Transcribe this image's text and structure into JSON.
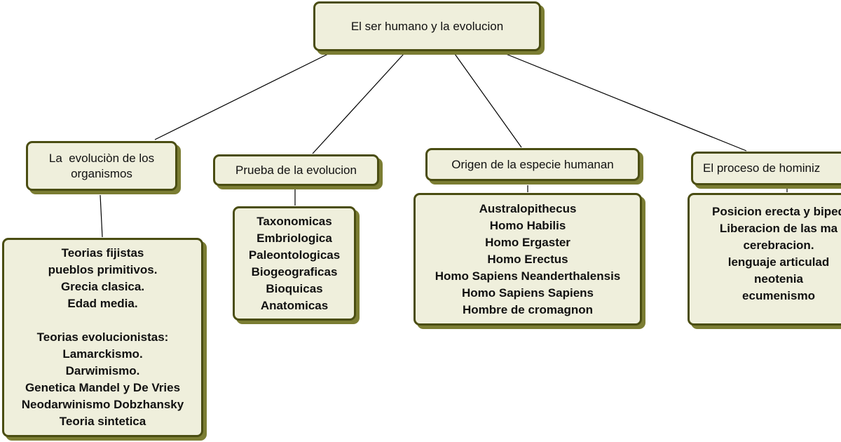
{
  "diagram": {
    "root": {
      "label": "El ser humano y la evolucion"
    },
    "categories": [
      {
        "label": "La  evoluciòn de los\norganismos"
      },
      {
        "label": "Prueba de la evolucion"
      },
      {
        "label": "Origen de la especie humanan"
      },
      {
        "label": "El proceso de hominiz"
      }
    ],
    "details": [
      {
        "text": "Teorias fijistas\npueblos primitivos.\nGrecia clasica.\nEdad media.\n\nTeorias evolucionistas:\nLamarckismo.\nDarwimismo.\nGenetica Mandel y De Vries\nNeodarwinismo Dobzhansky\nTeoria sintetica"
      },
      {
        "text": "Taxonomicas\nEmbriologica\nPaleontologicas\nBiogeograficas\nBioquicas\nAnatomicas"
      },
      {
        "text": "Australopithecus\nHomo Habilis\nHomo Ergaster\nHomo Erectus\nHomo Sapiens Neanderthalensis\nHomo Sapiens Sapiens\nHombre de cromagnon"
      },
      {
        "text": "Posicion erecta y biped\nLiberacion de las ma\ncerebracion.\nlenguaje articulad\nneotenia\necumenismo"
      }
    ],
    "colors": {
      "box_fill": "#efefdc",
      "box_border": "#4a4d12",
      "box_shadow": "#7b7d33",
      "connector": "#000000"
    }
  }
}
